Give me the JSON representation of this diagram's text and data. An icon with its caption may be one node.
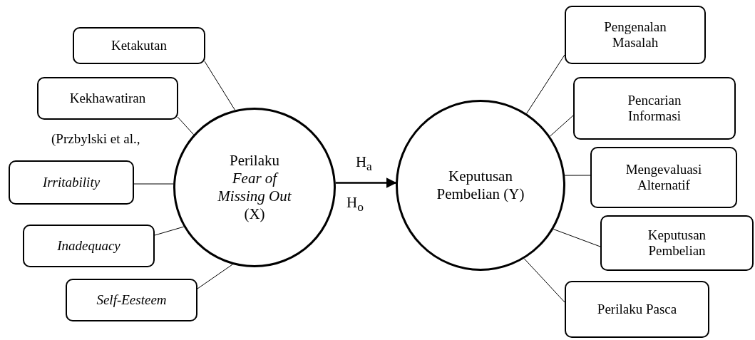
{
  "diagram": {
    "nodes": [
      {
        "text": [
          "Ketakutan"
        ]
      },
      {
        "text": [
          "Kekhawatiran"
        ]
      },
      {
        "text": [
          "Irritability"
        ]
      },
      {
        "text": [
          "Inadequacy"
        ]
      },
      {
        "text": [
          "Self-Eesteem"
        ]
      },
      {
        "text": [
          "Perilaku *Fear of Missing Out* (X)"
        ]
      },
      {
        "text": [
          "Keputusan Pembelian (Y)"
        ]
      },
      {
        "text": [
          "Pengenalan Masalah"
        ]
      },
      {
        "text": [
          "Pencarian Informasi"
        ]
      },
      {
        "text": [
          "Mengevaluasi Alternatif"
        ]
      },
      {
        "text": [
          "Keputusan Pembelian"
        ]
      },
      {
        "text": [
          "Perilaku Pasca"
        ]
      }
    ],
    "edges": [
      {
        "from": 0,
        "to": 5,
        "arrow": "none"
      },
      {
        "from": 1,
        "to": 5,
        "arrow": "none"
      },
      {
        "from": 2,
        "to": 5,
        "arrow": "none"
      },
      {
        "from": 3,
        "to": 5,
        "arrow": "none"
      },
      {
        "from": 4,
        "to": 5,
        "arrow": "none"
      },
      {
        "from": 5,
        "to": 6,
        "arrow": "to",
        "label": "H$_{a}$"
      },
      {
        "from": 6,
        "to": 7,
        "arrow": "none"
      },
      {
        "from": 6,
        "to": 8,
        "arrow": "none"
      },
      {
        "from": 6,
        "to": 9,
        "arrow": "none"
      },
      {
        "from": 6,
        "to": 10,
        "arrow": "none"
      },
      {
        "from": 6,
        "to": 11,
        "arrow": "none"
      }
    ],
    "labels": [
      "(Przbylski et al.,",
      "H$_{o}$"
    ]
  }
}
